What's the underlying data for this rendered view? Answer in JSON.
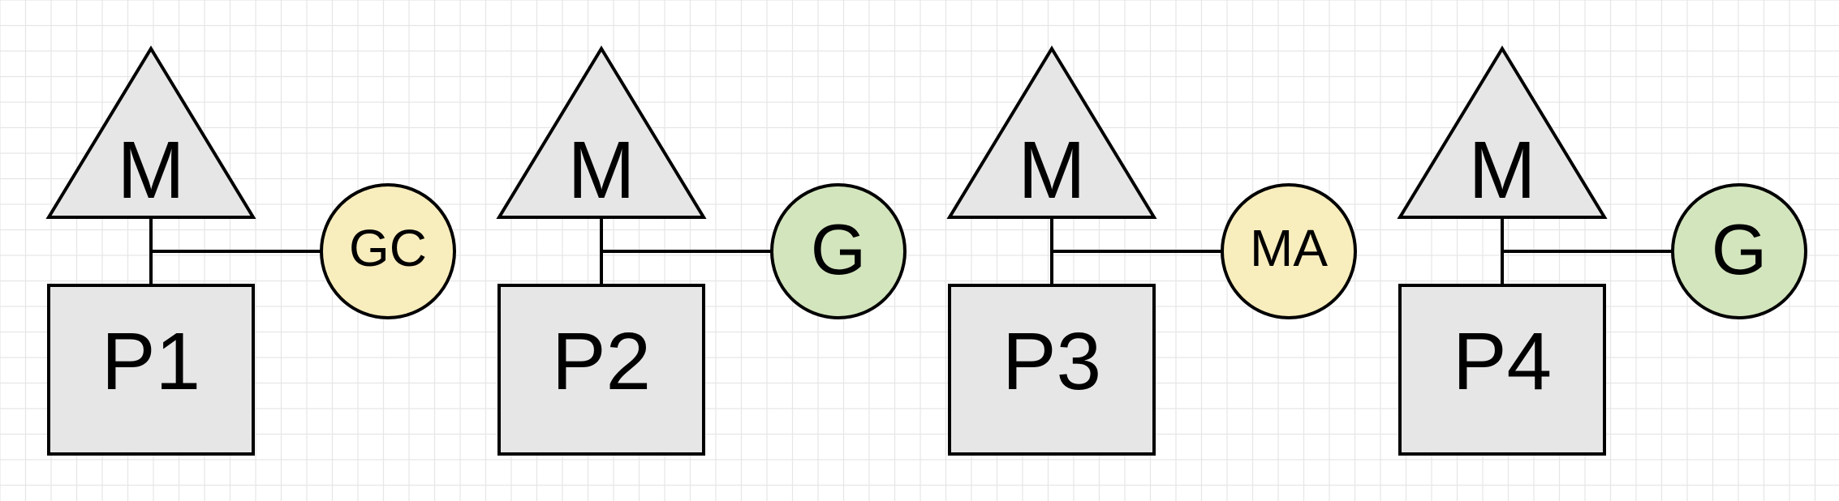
{
  "diagram": {
    "groups": [
      {
        "machine": {
          "label": "M"
        },
        "processor": {
          "label": "P1"
        },
        "goroutine": {
          "label": "GC",
          "kind": "gc"
        }
      },
      {
        "machine": {
          "label": "M"
        },
        "processor": {
          "label": "P2"
        },
        "goroutine": {
          "label": "G",
          "kind": "g"
        }
      },
      {
        "machine": {
          "label": "M"
        },
        "processor": {
          "label": "P3"
        },
        "goroutine": {
          "label": "MA",
          "kind": "gc"
        }
      },
      {
        "machine": {
          "label": "M"
        },
        "processor": {
          "label": "P4"
        },
        "goroutine": {
          "label": "G",
          "kind": "g"
        }
      }
    ]
  },
  "colors": {
    "background": "#ffffff",
    "grid": "#e6e6e6",
    "shape_fill": "#e6e6e6",
    "stroke": "#000000",
    "yellow_fill": "#f8edbc",
    "green_fill": "#d3e5bd"
  }
}
